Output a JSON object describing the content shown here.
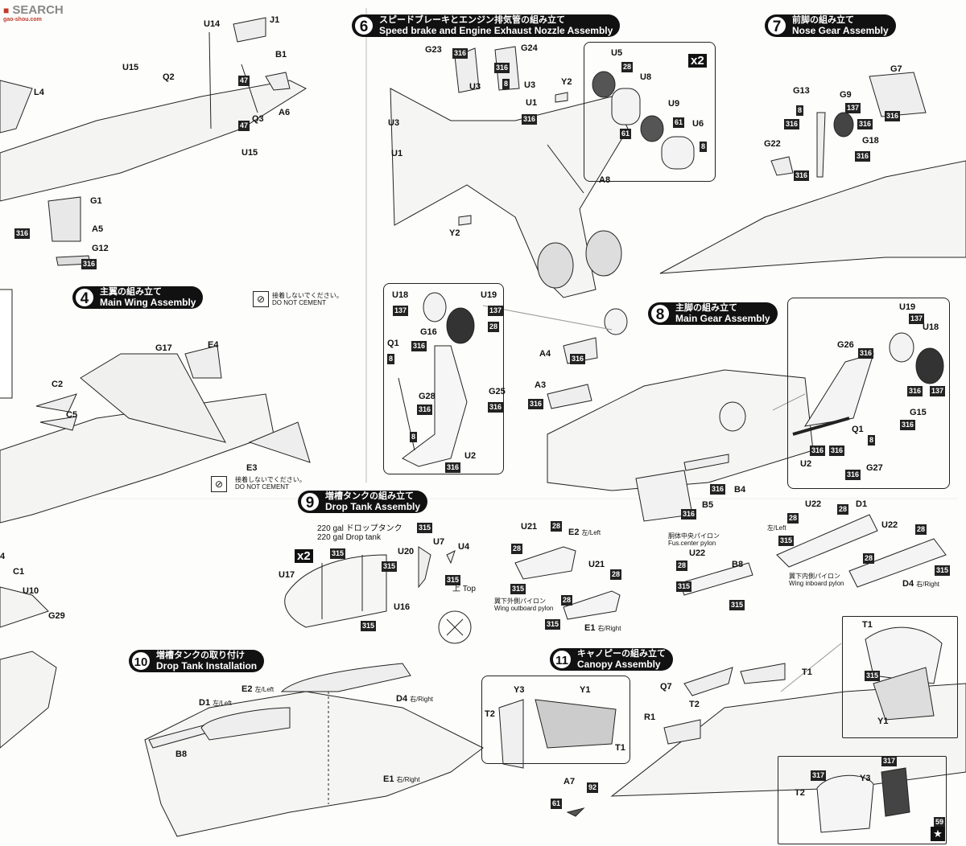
{
  "watermark": {
    "brand": "SEARCH",
    "url": "gao-shou.com"
  },
  "steps": {
    "s4": {
      "num": "4",
      "jp": "主翼の組み立て",
      "en": "Main Wing Assembly"
    },
    "s6": {
      "num": "6",
      "jp": "スピードブレーキとエンジン排気管の組み立て",
      "en": "Speed brake and Engine Exhaust Nozzle Assembly"
    },
    "s7": {
      "num": "7",
      "jp": "前脚の組み立て",
      "en": "Nose Gear Assembly"
    },
    "s8": {
      "num": "8",
      "jp": "主脚の組み立て",
      "en": "Main Gear Assembly"
    },
    "s9": {
      "num": "9",
      "jp": "増槽タンクの組み立て",
      "en": "Drop Tank Assembly"
    },
    "s10": {
      "num": "10",
      "jp": "増槽タンクの取り付け",
      "en": "Drop Tank Installation"
    },
    "s11": {
      "num": "11",
      "jp": "キャノピーの組み立て",
      "en": "Canopy Assembly"
    }
  },
  "multipliers": {
    "s6": "x2",
    "s9": "x2"
  },
  "notes": {
    "no_cement_jp": "接着しないでください。",
    "no_cement_en": "DO NOT CEMENT",
    "tank_jp": "220 gal ドロップタンク",
    "tank_en": "220 gal Drop tank",
    "top": "上 Top",
    "outboard_jp": "翼下外側パイロン",
    "outboard_en": "Wing outboard pylon",
    "center_jp": "胴体中央パイロン",
    "center_en": "Fus.center pylon",
    "inboard_jp": "翼下内側パイロン",
    "inboard_en": "Wing inboard pylon",
    "left": "左/Left",
    "right": "右/Right",
    "left2": "左/Left",
    "right2": "右/Right",
    "left3": "左/Left",
    "right3": "右/Right",
    "left4": "左/Left",
    "right4": "右/Right"
  },
  "parts": {
    "U14": "U14",
    "J1": "J1",
    "U15a": "U15",
    "Q2": "Q2",
    "B1": "B1",
    "L4": "L4",
    "Q3": "Q3",
    "A6": "A6",
    "U15b": "U15",
    "G1": "G1",
    "A5": "A5",
    "G12": "G12",
    "G23": "G23",
    "G24": "G24",
    "U3a": "U3",
    "U3b": "U3",
    "U3c": "U3",
    "U1a": "U1",
    "U1b": "U1",
    "Y2a": "Y2",
    "Y2b": "Y2",
    "A8": "A8",
    "U5": "U5",
    "U8": "U8",
    "U9": "U9",
    "U6": "U6",
    "G7": "G7",
    "G13": "G13",
    "G9": "G9",
    "G22": "G22",
    "G18": "G18",
    "G17": "G17",
    "E4": "E4",
    "C2": "C2",
    "C5": "C5",
    "E3": "E3",
    "U18a": "U18",
    "U19a": "U19",
    "G16": "G16",
    "Q1a": "Q1",
    "G28": "G28",
    "G25": "G25",
    "U2a": "U2",
    "A4": "A4",
    "A3": "A3",
    "B4": "B4",
    "B5": "B5",
    "U19b": "U19",
    "U18b": "U18",
    "G26": "G26",
    "G15": "G15",
    "Q1b": "Q1",
    "G27": "G27",
    "U2b": "U2",
    "U17": "U17",
    "U20": "U20",
    "U7": "U7",
    "U4": "U4",
    "U16": "U16",
    "C1": "C1",
    "U10": "U10",
    "G29": "G29",
    "n4": "4",
    "U21a": "U21",
    "E2a": "E2",
    "U21b": "U21",
    "E1a": "E1",
    "U22a": "U22",
    "B8a": "B8",
    "U22b": "U22",
    "D1a": "D1",
    "U22c": "U22",
    "D4a": "D4",
    "E2b": "E2",
    "D1b": "D1",
    "D4b": "D4",
    "E1b": "E1",
    "B8b": "B8",
    "Q7": "Q7",
    "T1a": "T1",
    "T2a": "T2",
    "R1": "R1",
    "A7": "A7",
    "Y3a": "Y3",
    "Y1a": "Y1",
    "T2b": "T2",
    "T1b": "T1",
    "T1c": "T1",
    "Y1b": "Y1",
    "T2c": "T2",
    "Y3b": "Y3"
  },
  "paints": {
    "c316": "316",
    "c47": "47",
    "c28": "28",
    "c61": "61",
    "c8": "8",
    "c137": "137",
    "c315": "315",
    "c317": "317",
    "c92": "92",
    "c59": "59"
  }
}
